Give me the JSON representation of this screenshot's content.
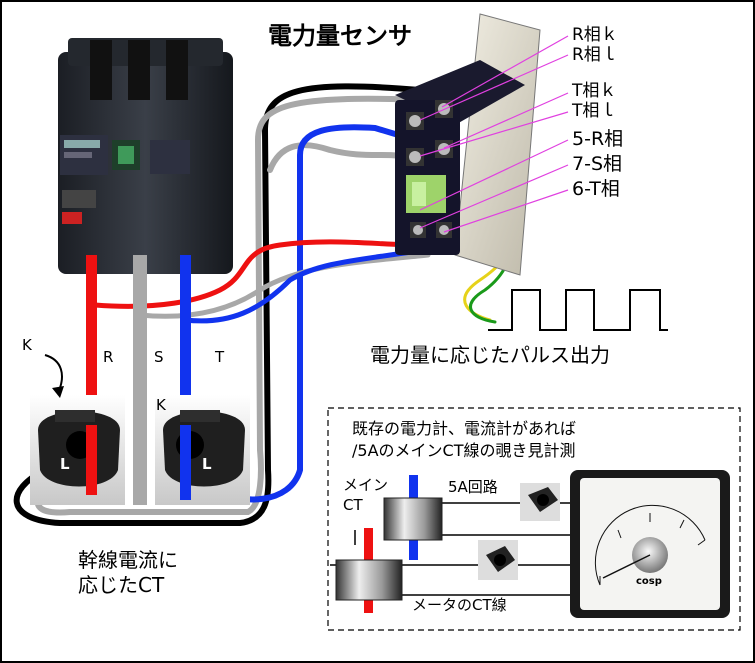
{
  "title": "電力量センサ",
  "terminals": [
    "R相ｋ",
    "R相ｌ",
    "T相ｋ",
    "T相ｌ",
    "5-R相",
    "7-S相",
    "6-T相"
  ],
  "phases": {
    "r": "R",
    "s": "S",
    "t": "T"
  },
  "k_label": "K",
  "l_label": "L",
  "pulse_label": "電力量に応じたパルス出力",
  "ct_caption": [
    "幹線電流に",
    "応じたCT"
  ],
  "inset": {
    "heading": [
      "既存の電力計、電流計があれば",
      "/5AのメインCT線の覗き見計測"
    ],
    "main_ct": [
      "メイン",
      "CT"
    ],
    "loop_label": "5A回路",
    "meter_ct_label": "メータのCT線",
    "meter_brand": "cosp"
  },
  "colors": {
    "red": "#ee1111",
    "blue": "#1133ee",
    "gray": "#a8a8a8",
    "black": "#000000",
    "green": "#1a9a1a",
    "yellow": "#e6d21a"
  }
}
